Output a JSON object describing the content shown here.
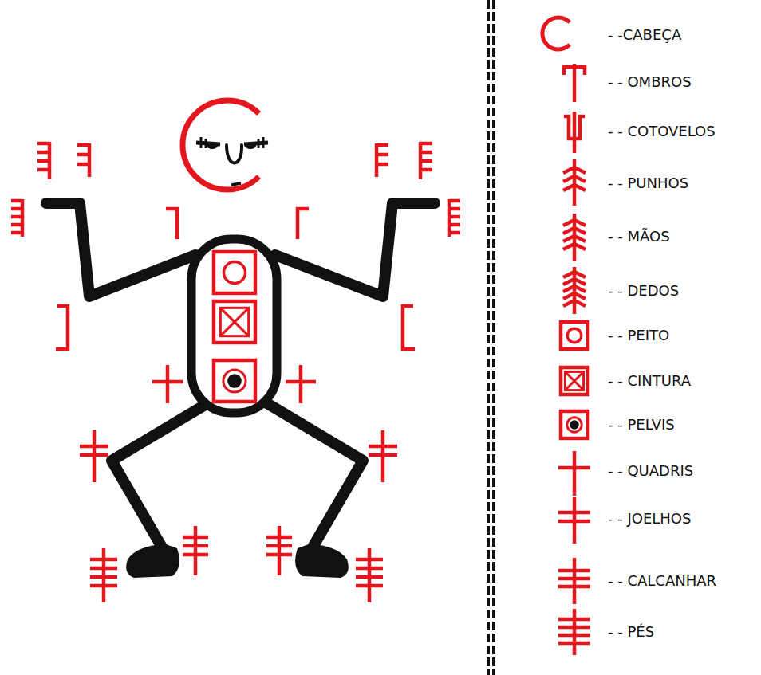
{
  "diagram": {
    "legend": [
      {
        "text": "- -CABEÇA"
      },
      {
        "text": "- - OMBROS"
      },
      {
        "text": "- - COTOVELOS"
      },
      {
        "text": "- - PUNHOS"
      },
      {
        "text": "- - MÃOS"
      },
      {
        "text": "- - DEDOS"
      },
      {
        "text": "- - PEITO"
      },
      {
        "text": "- - CINTURA"
      },
      {
        "text": "- - PELVIS"
      },
      {
        "text": "- - QUADRIS"
      },
      {
        "text": "- - JOELHOS"
      },
      {
        "text": "- - CALCANHAR"
      },
      {
        "text": "- - PÉS"
      }
    ]
  }
}
